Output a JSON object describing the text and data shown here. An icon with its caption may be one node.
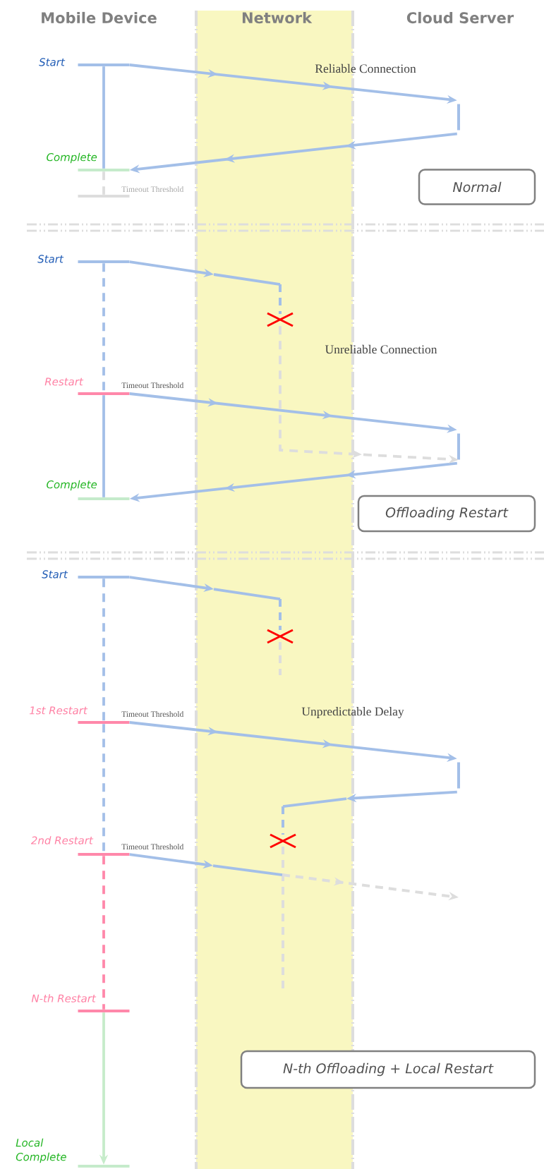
{
  "diagram": {
    "nodes": [
      {
        "text": [
          "Start"
        ]
      },
      {
        "text": [],
        "shape": "bar"
      },
      {
        "text": [
          "Complete"
        ]
      },
      {
        "text": [],
        "shape": "bar",
        "beside": [
          "Timeout Threshold"
        ]
      },
      {
        "text": [
          "Normal"
        ]
      },
      {
        "text": [
          "Start"
        ]
      },
      {
        "text": [
          "Restart"
        ],
        "beside": [
          "Timeout Threshold"
        ]
      },
      {
        "text": [],
        "shape": "bar"
      },
      {
        "text": [
          "Complete"
        ]
      },
      {
        "text": [
          "Offloading Restart"
        ]
      },
      {
        "text": [
          "Start"
        ]
      },
      {
        "text": [
          "1st Restart"
        ],
        "beside": [
          "Timeout Threshold"
        ]
      },
      {
        "text": [],
        "shape": "bar"
      },
      {
        "text": [
          "2nd Restart"
        ],
        "beside": [
          "Timeout Threshold"
        ]
      },
      {
        "text": [
          "N-th Restart"
        ]
      },
      {
        "text": [
          "N-th Offloading + Local Restart"
        ]
      },
      {
        "text": [
          "Local Complete"
        ]
      },
      {
        "text": [],
        "shape": "cross"
      },
      {
        "text": [],
        "shape": "cross"
      },
      {
        "text": [],
        "shape": "cross"
      }
    ],
    "edges": [
      {
        "from": 0,
        "to": 1,
        "arrow": "to"
      },
      {
        "from": 1,
        "to": 2,
        "arrow": "to"
      },
      {
        "from": 0,
        "to": 2,
        "arrow": "none"
      },
      {
        "from": 2,
        "to": 3,
        "arrow": "none",
        "style": "dashed",
        "color": "#dddddd"
      },
      {
        "from": 5,
        "to": null,
        "arrow": "to"
      },
      {
        "from": 5,
        "to": 6,
        "arrow": "none",
        "style": "dashed"
      },
      {
        "from": 6,
        "to": 7,
        "arrow": "to"
      },
      {
        "from": 7,
        "to": 8,
        "arrow": "to"
      },
      {
        "from": 6,
        "to": 8,
        "arrow": "none"
      },
      {
        "from": 10,
        "to": null,
        "arrow": "to"
      },
      {
        "from": 10,
        "to": 11,
        "arrow": "none",
        "style": "dashed"
      },
      {
        "from": 11,
        "to": 12,
        "arrow": "to"
      },
      {
        "from": 12,
        "to": null,
        "arrow": "to"
      },
      {
        "from": 11,
        "to": 13,
        "arrow": "none",
        "style": "dashed"
      },
      {
        "from": 13,
        "to": null,
        "arrow": "to"
      },
      {
        "from": 13,
        "to": 14,
        "arrow": "none",
        "style": "dashed",
        "color": "#ff88aa"
      },
      {
        "from": 14,
        "to": 16,
        "arrow": "to",
        "color": "#c6ecca"
      },
      {
        "from": 17,
        "to": 7,
        "arrow": "to",
        "style": "dashed",
        "color": "#dddddd"
      }
    ],
    "labels": [
      "Mobile Device",
      "Network",
      "Cloud Server",
      "Reliable Connection",
      "Unreliable Connection",
      "Unpredictable Delay"
    ]
  }
}
